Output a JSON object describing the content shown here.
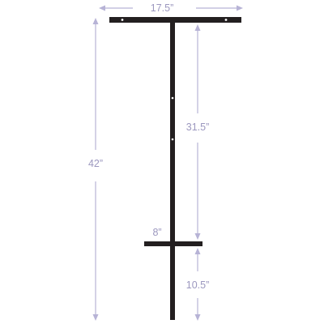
{
  "diagram": {
    "dimensions": {
      "top_width": "17.5”",
      "total_height": "42”",
      "upper_section": "31.5”",
      "crossbar_width": "8”",
      "lower_section": "10.5”"
    },
    "colors": {
      "bar": "#231f20",
      "dimension": "#b7b3d6",
      "dimension_text": "#9c98bf",
      "background": "#ffffff"
    }
  }
}
